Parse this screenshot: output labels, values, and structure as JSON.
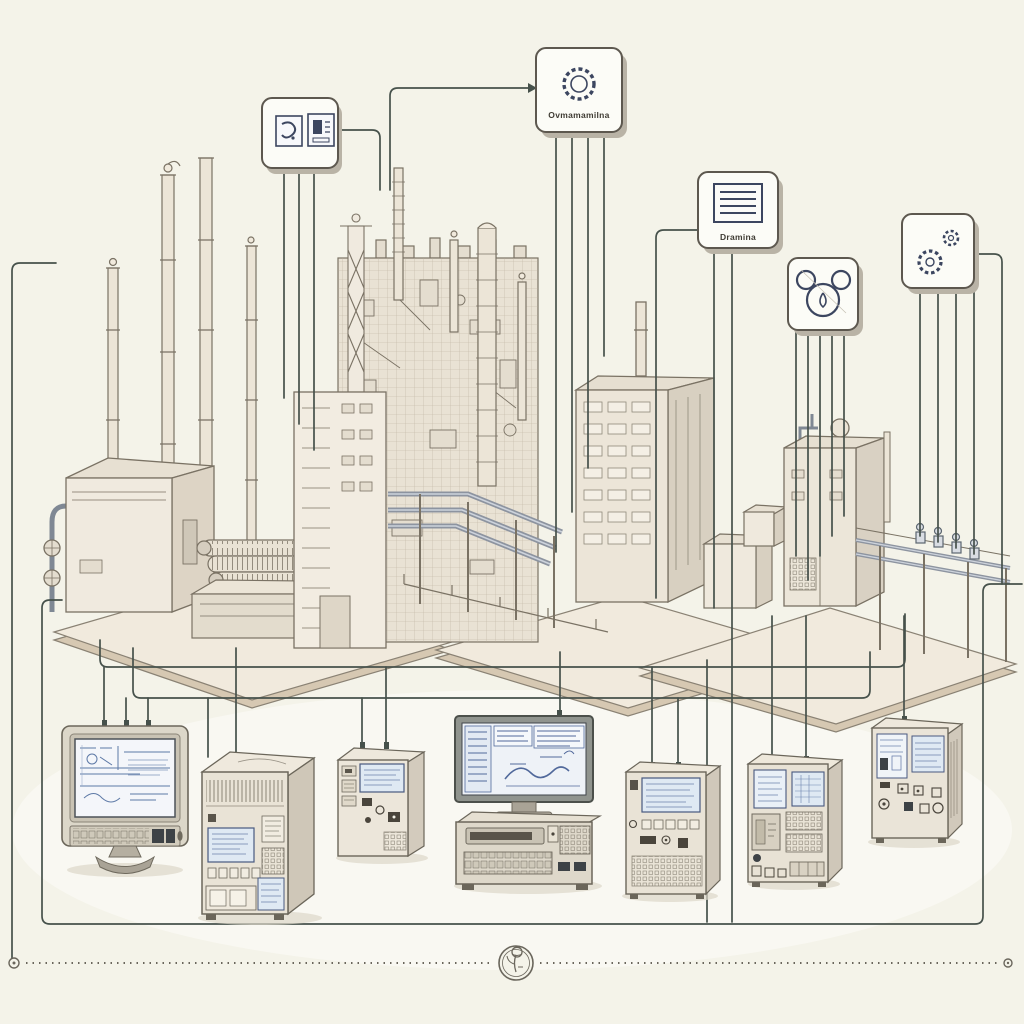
{
  "scene": {
    "type": "industrial-plant-automation-illustration",
    "background_color": "#f4f3e9",
    "cable_color": "#46514b",
    "plant_stroke_color": "#7a7264",
    "screen_blue": "#5d79a6"
  },
  "badges": [
    {
      "name": "instrument-panel-badge",
      "icons": [
        "wrench-icon",
        "control-cabinet-icon"
      ],
      "label": ""
    },
    {
      "name": "gear-badge",
      "icons": [
        "gear-icon"
      ],
      "label": "Ovmamamilna"
    },
    {
      "name": "document-badge",
      "icons": [
        "document-icon"
      ],
      "label": "Dramina"
    },
    {
      "name": "gauge-face-badge",
      "icons": [
        "bear-face-gauge-icon"
      ],
      "label": ""
    },
    {
      "name": "gears-badge",
      "icons": [
        "two-gears-icon"
      ],
      "label": ""
    }
  ],
  "plant": {
    "platforms": [
      "left-platform",
      "center-platform",
      "right-platform"
    ],
    "structures": [
      "storage-building",
      "compressor-skid",
      "stack-group-left",
      "process-tower",
      "reactor-block",
      "scaffold-mast",
      "pipe-rack",
      "column-group-center",
      "louver-building",
      "right-process-unit",
      "utility-boxes",
      "pipe-bridge"
    ]
  },
  "devices": [
    {
      "name": "crt-engineering-workstation",
      "screen_content": "schematic-sketch",
      "cables": 3
    },
    {
      "name": "large-control-cabinet",
      "screen_content": "status-display",
      "cables": 2
    },
    {
      "name": "compact-control-cabinet",
      "screen_content": "status-display",
      "cables": 2
    },
    {
      "name": "operator-console",
      "screen_content": "hmi-tables-and-trend",
      "cables": 1
    },
    {
      "name": "wall-control-panel",
      "screen_content": "wide-status-display",
      "cables": 2
    },
    {
      "name": "dual-screen-panel",
      "screen_content": "two-displays",
      "cables": 2
    },
    {
      "name": "relay-cabinet",
      "screen_content": "two-displays",
      "cables": 1
    }
  ],
  "divider": {
    "style": "dotted-line",
    "emblem": "flower-medallion"
  }
}
